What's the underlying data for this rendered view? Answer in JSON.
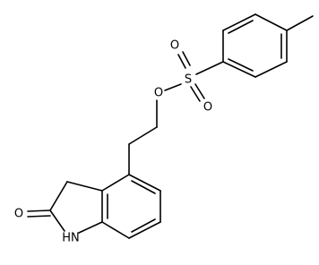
{
  "molecule": {
    "colors": {
      "bond": "#000000",
      "label": "#000000",
      "background": "#ffffff"
    },
    "atoms": {
      "sulfur": "S",
      "ester_oxygen": "O",
      "sulfonyl_oxygen_1": "O",
      "sulfonyl_oxygen_2": "O",
      "carbonyl_oxygen": "O",
      "lactam_nh": "HN"
    }
  }
}
